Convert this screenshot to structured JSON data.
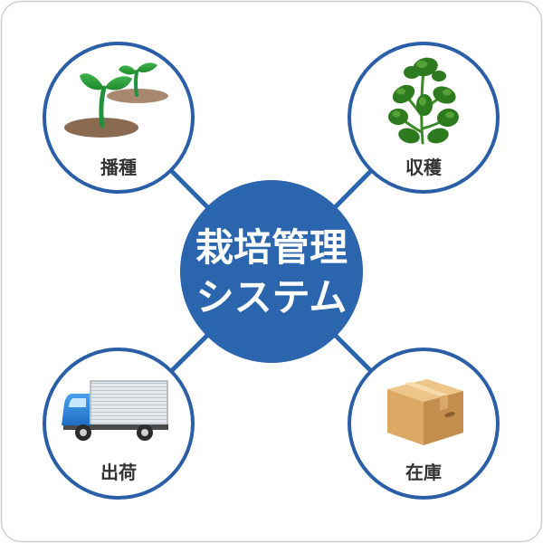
{
  "center": {
    "line1": "栽培管理",
    "line2": "システム"
  },
  "nodes": [
    {
      "label": "播種",
      "icon": "seedling-icon"
    },
    {
      "label": "収穫",
      "icon": "harvest-plant-icon"
    },
    {
      "label": "出荷",
      "icon": "truck-icon"
    },
    {
      "label": "在庫",
      "icon": "cardboard-box-icon"
    }
  ],
  "colors": {
    "primary": "#2a65ae",
    "node_border": "#2a5ea6",
    "node_fill": "#ffffff",
    "label": "#333333",
    "card_border": "#cfcfcf"
  }
}
